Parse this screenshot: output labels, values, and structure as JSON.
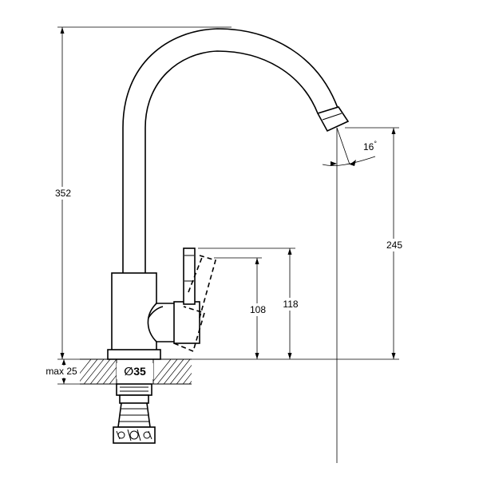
{
  "dimensions": {
    "total_height": "352",
    "spout_height": "245",
    "handle_height_raised": "118",
    "handle_height": "108",
    "spout_angle": "16",
    "angle_unit": "°",
    "max_thickness": "max 25",
    "base_diameter": "∅35"
  }
}
